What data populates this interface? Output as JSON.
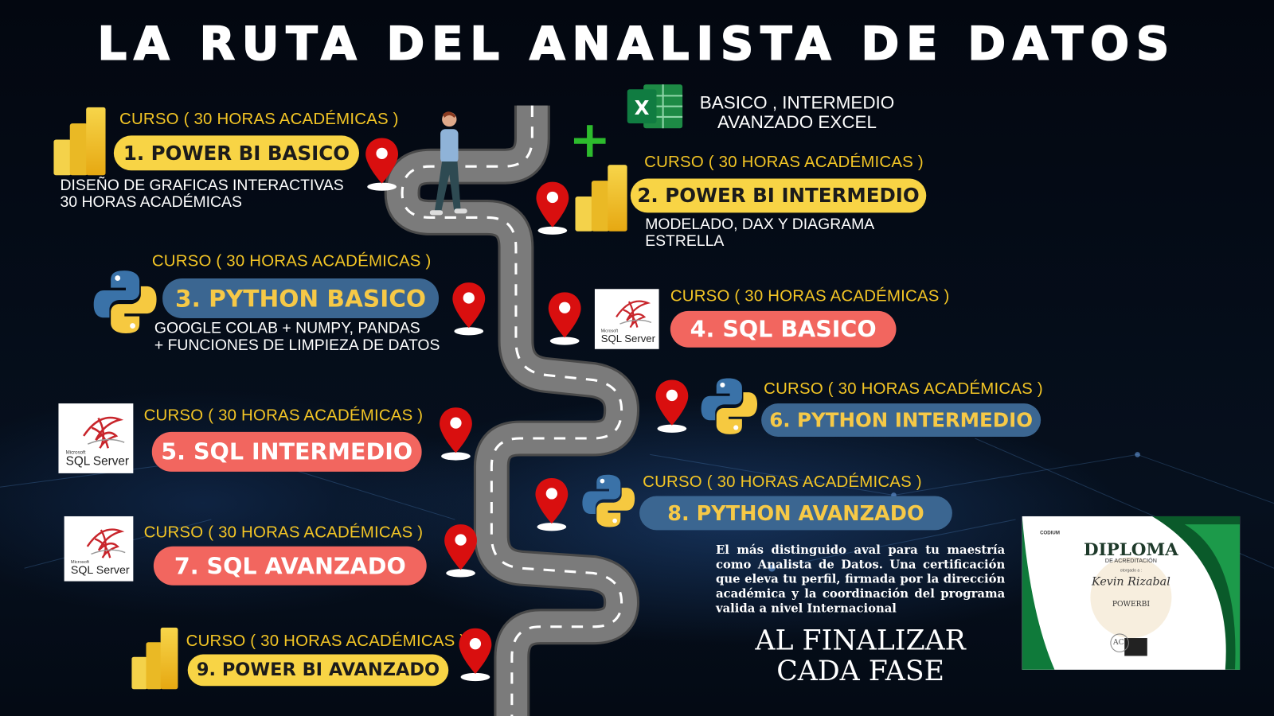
{
  "title": "LA RUTA DEL ANALISTA DE DATOS",
  "colors": {
    "background": "#04080f",
    "pin": "#d90f0f",
    "road": "#7b7b7b",
    "label": "#f3c525",
    "pill_yellow": "#f8d445",
    "pill_blue": "#3b6691",
    "pill_salmon": "#f2665f"
  },
  "excel": {
    "icon": "excel-icon",
    "plus": "+",
    "line1": "BASICO , INTERMEDIO",
    "line2": "AVANZADO EXCEL"
  },
  "steps": [
    {
      "label": "CURSO ( 30 HORAS ACADÉMICAS )",
      "name": "1. POWER BI BASICO",
      "desc1": "DISEÑO DE GRAFICAS INTERACTIVAS",
      "desc2": "30 HORAS ACADÉMICAS",
      "icon": "power-bi-icon",
      "style": "yellow"
    },
    {
      "label": "CURSO ( 30 HORAS ACADÉMICAS )",
      "name": "2. POWER BI INTERMEDIO",
      "desc1": "MODELADO, DAX Y DIAGRAMA",
      "desc2": "ESTRELLA",
      "icon": "power-bi-icon",
      "style": "yellow"
    },
    {
      "label": "CURSO ( 30 HORAS ACADÉMICAS )",
      "name": "3. PYTHON BASICO",
      "desc1": "GOOGLE COLAB + NUMPY, PANDAS",
      "desc2": "+ FUNCIONES DE LIMPIEZA DE DATOS",
      "icon": "python-icon",
      "style": "blue"
    },
    {
      "label": "CURSO ( 30 HORAS ACADÉMICAS )",
      "name": "4. SQL BASICO",
      "icon": "sql-server-icon",
      "style": "salmon"
    },
    {
      "label": "CURSO ( 30 HORAS ACADÉMICAS )",
      "name": "5. SQL INTERMEDIO",
      "icon": "sql-server-icon",
      "style": "salmon"
    },
    {
      "label": "CURSO ( 30 HORAS ACADÉMICAS )",
      "name": "6. PYTHON INTERMEDIO",
      "icon": "python-icon",
      "style": "blue"
    },
    {
      "label": "CURSO ( 30 HORAS ACADÉMICAS )",
      "name": "7. SQL AVANZADO",
      "icon": "sql-server-icon",
      "style": "salmon"
    },
    {
      "label": "CURSO ( 30 HORAS ACADÉMICAS )",
      "name": "8. PYTHON AVANZADO",
      "icon": "python-icon",
      "style": "blue"
    },
    {
      "label": "CURSO ( 30 HORAS ACADÉMICAS )",
      "name": "9. POWER BI AVANZADO",
      "icon": "power-bi-icon",
      "style": "yellow"
    }
  ],
  "sql_logo": {
    "brand": "Microsoft",
    "product": "SQL Server"
  },
  "paragraph": "El más distinguido aval para tu maestría como Analista de Datos. Una certificación que eleva tu perfil, firmada por la dirección académica y la coordinación del programa valida a nivel Internacional",
  "closing": {
    "line1": "AL FINALIZAR",
    "line2": "CADA FASE"
  },
  "diploma": {
    "brand": "CODIUM",
    "title": "DIPLOMA",
    "subtitle": "DE ACREDITACIÓN",
    "awarded": "otorgado a :",
    "recipient": "Kevin Rizabal",
    "course": "POWERBI",
    "seal": "AC"
  }
}
